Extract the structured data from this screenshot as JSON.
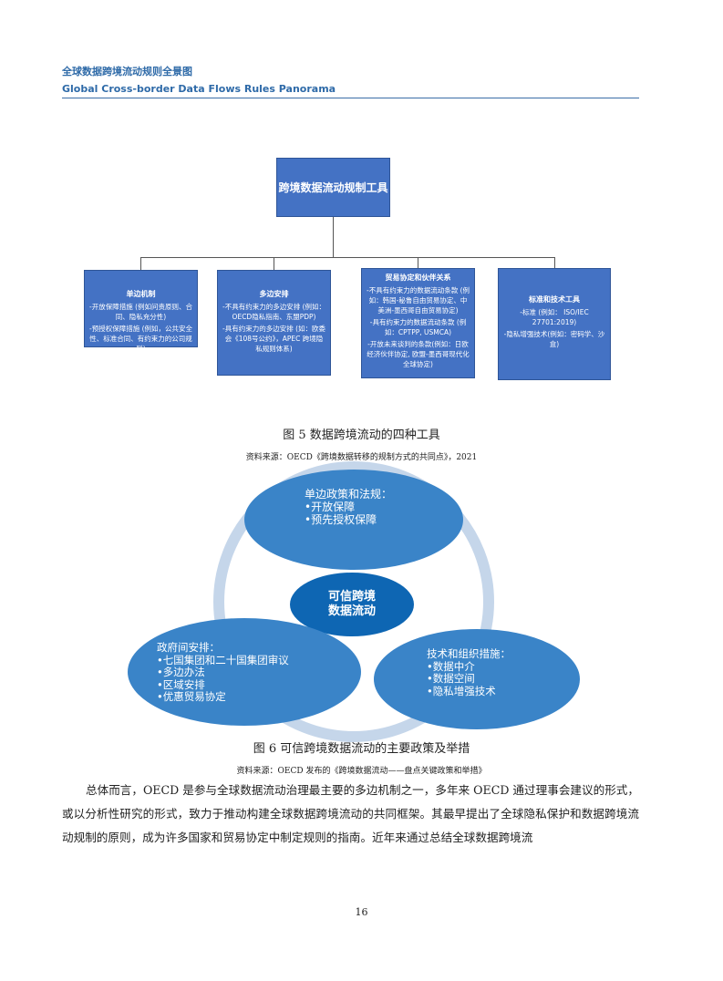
{
  "header": {
    "title_cn": "全球数据跨境流动规则全景图",
    "title_en": "Global Cross-border Data Flows Rules Panorama"
  },
  "figure5": {
    "root": "跨境数据流动规制工具",
    "boxes": [
      {
        "title": "单边机制",
        "lines": [
          "-开放保障措施 (例如问责原则、合同、隐私充分性)",
          "-预授权保障措施 (例如，公共安全性、标准合同、有约束力的公司规则)"
        ]
      },
      {
        "title": "多边安排",
        "lines": [
          "-不具有约束力的多边安排 (例如：OECD隐私指南、东盟PDP)",
          "-具有约束力的多边安排 (如：欧委会《108号公约》，APEC 跨境隐私规则体系)"
        ]
      },
      {
        "title": "贸易协定和伙伴关系",
        "lines": [
          "-不具有约束力的数据流动条款 (例如：韩国-秘鲁自由贸易协定、中美洲-墨西哥自由贸易协定)",
          "-具有约束力的数据流动条款 (例如：CPTPP, USMCA)",
          "-开放未来谈判的条款(例如：日欧经济伙伴协定, 欧盟-墨西哥现代化全球协定)"
        ]
      },
      {
        "title": "标准和技术工具",
        "lines": [
          "-标准 (例如： ISO/IEC 27701:2019)",
          "-隐私增强技术(例如：密码学、沙盒)"
        ]
      }
    ],
    "caption": "图 5 数据跨境流动的四种工具",
    "source": "资料来源：OECD《跨境数据转移的规制方式的共同点》，2021"
  },
  "figure6": {
    "center": "可信跨境\n数据流动",
    "top": {
      "title": "单边政策和法规：",
      "items": [
        "•开放保障",
        "•预先授权保障"
      ]
    },
    "left": {
      "title": "政府间安排：",
      "items": [
        "•七国集团和二十国集团审议",
        "•多边办法",
        "•区域安排",
        "•优惠贸易协定"
      ]
    },
    "right": {
      "title": "技术和组织措施：",
      "items": [
        "•数据中介",
        "•数据空间",
        "•隐私增强技术"
      ]
    },
    "caption": "图 6 可信跨境数据流动的主要政策及举措",
    "source": "资料来源：OECD 发布的《跨境数据流动——盘点关键政策和举措》"
  },
  "body_text": "总体而言，OECD  是参与全球数据流动治理最主要的多边机制之一，多年来 OECD  通过理事会建议的形式，或以分析性研究的形式，致力于推动构建全球数据跨境流动的共同框架。其最早提出了全球隐私保护和数据跨境流动规制的原则，成为许多国家和贸易协定中制定规则的指南。近年来通过总结全球数据跨境流",
  "page_number": "16",
  "colors": {
    "accent": "#2e6aa8",
    "box": "#4472c4",
    "bubble": "#3a84c8",
    "center": "#0e66b3",
    "ring": "#c5d6ea"
  }
}
